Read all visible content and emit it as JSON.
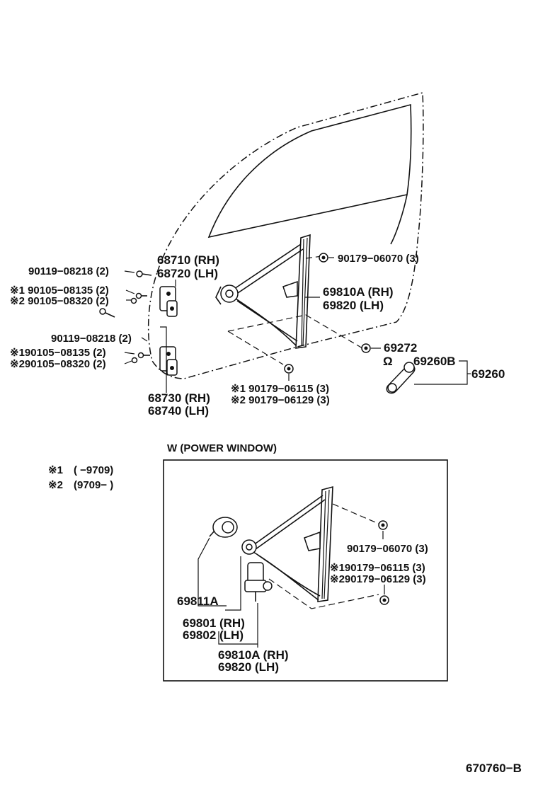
{
  "upper": {
    "hinge_upper": {
      "rh": "68710 (RH)",
      "lh": "68720 (LH)"
    },
    "hinge_lower": {
      "rh": "68730 (RH)",
      "lh": "68740 (LH)"
    },
    "bolt_1": "90119−08218 (2)",
    "bolt_2_a": "※1 90105−08135 (2)",
    "bolt_2_b": "※2 90105−08320 (2)",
    "bolt_3": "90119−08218 (2)",
    "bolt_4_a": "※190105−08135 (2)",
    "bolt_4_b": "※290105−08320 (2)",
    "regulator": {
      "rh": "69810A (RH)",
      "lh": "69820   (LH)"
    },
    "nut_top": "90179−06070 (3)",
    "nut_bottom_a": "※1 90179−06115 (3)",
    "nut_bottom_b": "※2 90179−06129 (3)",
    "part_69272": "69272",
    "handle_sub": "69260B",
    "handle": "69260",
    "clip_symbol": "Ω"
  },
  "legend": {
    "row1_mark": "※1",
    "row1_range": "(        −9709)",
    "row2_mark": "※2",
    "row2_range": "(9709−        )"
  },
  "power_window": {
    "title": "W (POWER WINDOW)",
    "nut_top": "90179−06070 (3)",
    "nut_bottom_a": "※190179−06115 (3)",
    "nut_bottom_b": "※290179−06129 (3)",
    "gear": "69811A",
    "motor": {
      "rh": "69801 (RH)",
      "lh": "69802 (LH)"
    },
    "regulator": {
      "rh": "69810A (RH)",
      "lh": "69820   (LH)"
    }
  },
  "figure_code": "670760−B"
}
